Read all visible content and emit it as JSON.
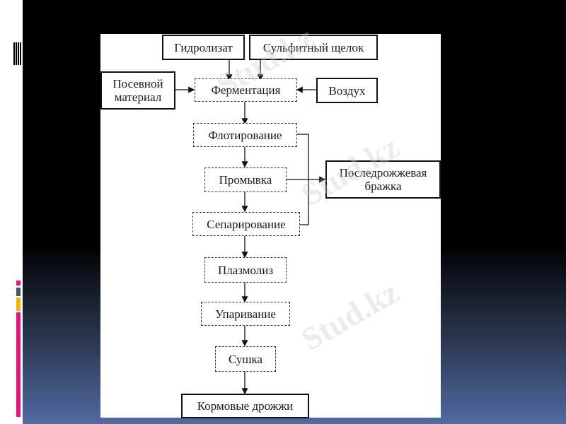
{
  "slide": {
    "background": {
      "top": "#000000",
      "bottom": "#516aa0"
    },
    "accent_colors": [
      "#e6157e",
      "#4a5570",
      "#f5b400",
      "#e6157e"
    ]
  },
  "diagram": {
    "inputs": {
      "hydrolysate": "Гидролизат",
      "sulfite_liquor": "Сульфитный щелок",
      "seed_material_line1": "Посевной",
      "seed_material_line2": "материал",
      "air": "Воздух"
    },
    "steps": [
      "Ферментация",
      "Флотирование",
      "Промывка",
      "Сепарирование",
      "Плазмолиз",
      "Упаривание",
      "Сушка"
    ],
    "byproduct_line1": "Последрожжевая",
    "byproduct_line2": "бражка",
    "output": "Кормовые дрожжи"
  },
  "watermark": "Stud.kz"
}
